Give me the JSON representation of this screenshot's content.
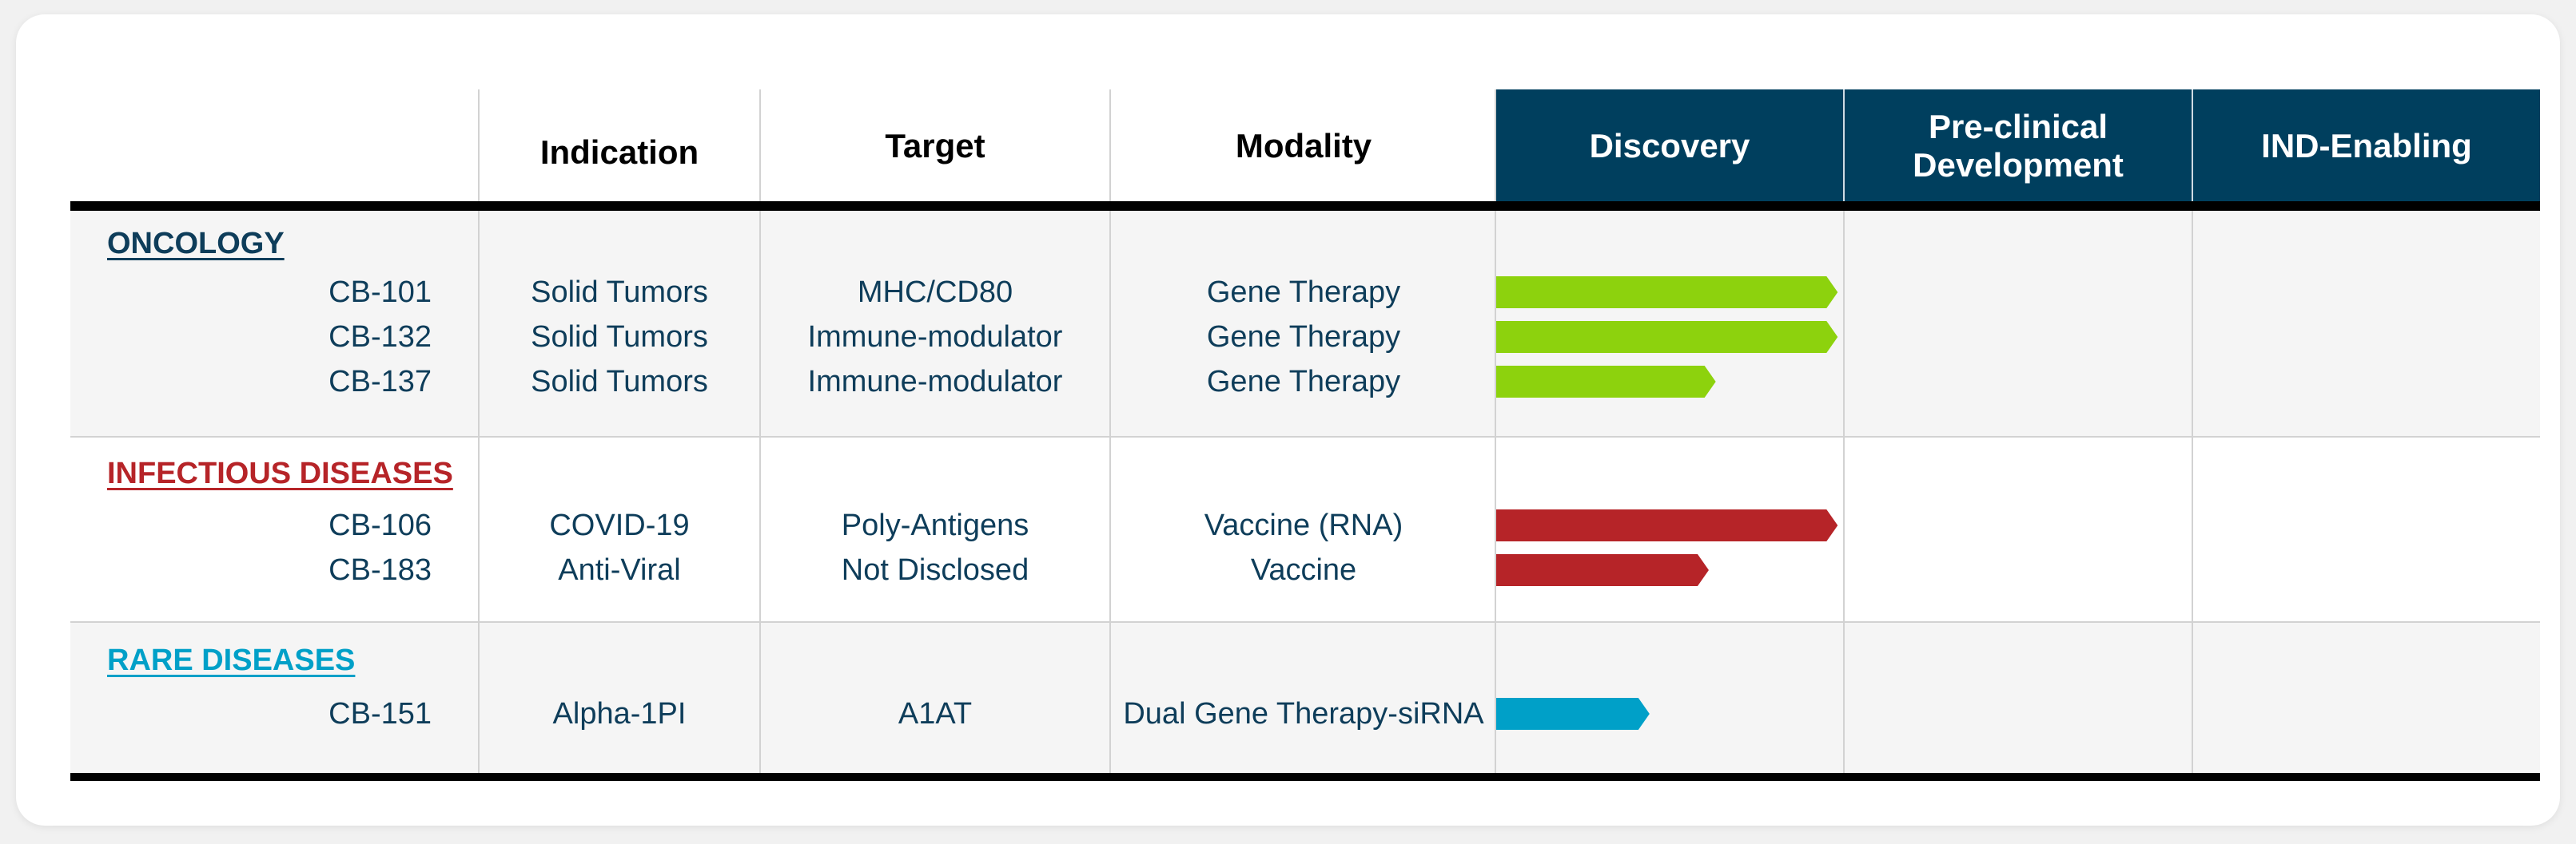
{
  "columns": {
    "program": "",
    "indication": "Indication",
    "target": "Target",
    "modality": "Modality",
    "stages": [
      "Discovery",
      "Pre-clinical Development",
      "IND-Enabling"
    ]
  },
  "colors": {
    "header_bg": "#003f5e",
    "oncology": "#8dd20d",
    "infectious": "#b62428",
    "rare": "#00a0c8",
    "text": "#0e3d5a"
  },
  "chart_data": {
    "type": "bar",
    "categories": [
      "Discovery",
      "Pre-clinical Development",
      "IND-Enabling"
    ],
    "xlim": [
      0,
      3
    ],
    "groups": [
      {
        "name": "ONCOLOGY",
        "color": "#8dd20d",
        "programs": [
          {
            "code": "CB-101",
            "indication": "Solid Tumors",
            "target": "MHC/CD80",
            "modality": "Gene Therapy",
            "progress": 0.98
          },
          {
            "code": "CB-132",
            "indication": "Solid Tumors",
            "target": "Immune-modulator",
            "modality": "Gene Therapy",
            "progress": 0.98
          },
          {
            "code": "CB-137",
            "indication": "Solid Tumors",
            "target": "Immune-modulator",
            "modality": "Gene Therapy",
            "progress": 0.63
          }
        ]
      },
      {
        "name": "INFECTIOUS DISEASES",
        "color": "#b62428",
        "programs": [
          {
            "code": "CB-106",
            "indication": "COVID-19",
            "target": "Poly-Antigens",
            "modality": "Vaccine (RNA)",
            "progress": 0.98
          },
          {
            "code": "CB-183",
            "indication": "Anti-Viral",
            "target": "Not Disclosed",
            "modality": "Vaccine",
            "progress": 0.61
          }
        ]
      },
      {
        "name": "RARE DISEASES",
        "color": "#00a0c8",
        "programs": [
          {
            "code": "CB-151",
            "indication": "Alpha-1PI",
            "target": "A1AT",
            "modality": "Dual Gene Therapy-siRNA",
            "progress": 0.44
          }
        ]
      }
    ]
  }
}
